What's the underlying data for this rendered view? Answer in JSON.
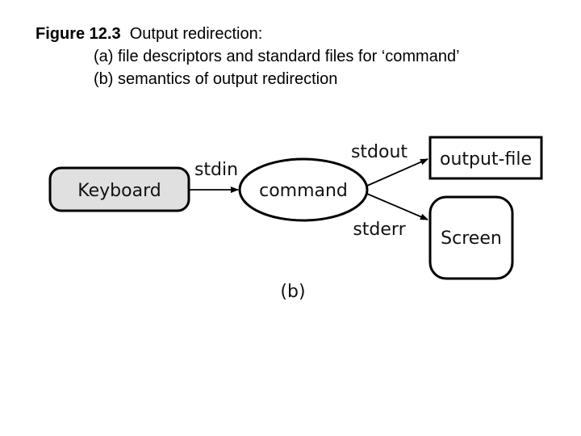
{
  "caption": {
    "figure_number": "Figure 12.3",
    "title": "Output redirection:",
    "line_a": "(a) file descriptors and standard files for ‘command’",
    "line_b": "(b) semantics of output redirection"
  },
  "diagram": {
    "nodes": {
      "keyboard": "Keyboard",
      "command": "command",
      "output_file": "output-file",
      "screen": "Screen"
    },
    "edges": {
      "stdin": "stdin",
      "stdout": "stdout",
      "stderr": "stderr"
    },
    "sub_label": "(b)"
  },
  "colors": {
    "keyboard_fill": "#e0e0e0",
    "stroke": "#000000"
  }
}
